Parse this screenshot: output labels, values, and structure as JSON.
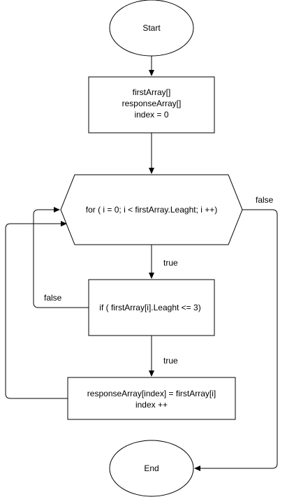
{
  "nodes": {
    "start": {
      "label": "Start"
    },
    "init": {
      "lines": [
        "firstArray[]",
        "responseArray[]",
        "index = 0"
      ]
    },
    "loop": {
      "label": "for ( i = 0;  i < firstArray.Leaght; i ++)"
    },
    "condition": {
      "label": "if ( firstArray[i].Leaght <= 3)"
    },
    "assign": {
      "lines": [
        "responseArray[index] = firstArray[i]",
        "index ++"
      ]
    },
    "end": {
      "label": "End"
    }
  },
  "edges": {
    "loop_false": "false",
    "loop_true": "true",
    "cond_false": "false",
    "cond_true": "true"
  },
  "colors": {
    "stroke": "#000000",
    "fill": "#ffffff",
    "text": "#000000"
  }
}
